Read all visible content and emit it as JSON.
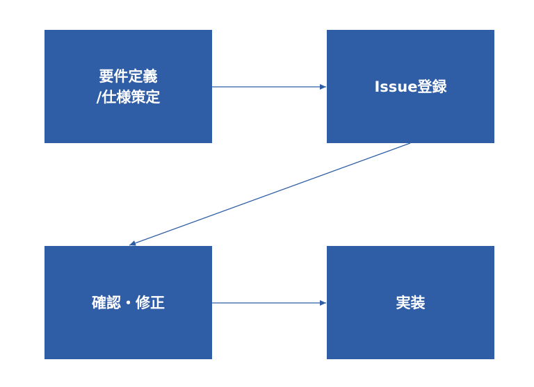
{
  "boxes": {
    "requirements": {
      "line1": "要件定義",
      "line2": "/仕様策定"
    },
    "issue": {
      "label": "Issue登録"
    },
    "review": {
      "label": "確認・修正"
    },
    "implement": {
      "label": "実装"
    }
  },
  "colors": {
    "box_fill": "#2f5ea6",
    "box_text": "#ffffff",
    "arrow": "#2f5ea6"
  }
}
